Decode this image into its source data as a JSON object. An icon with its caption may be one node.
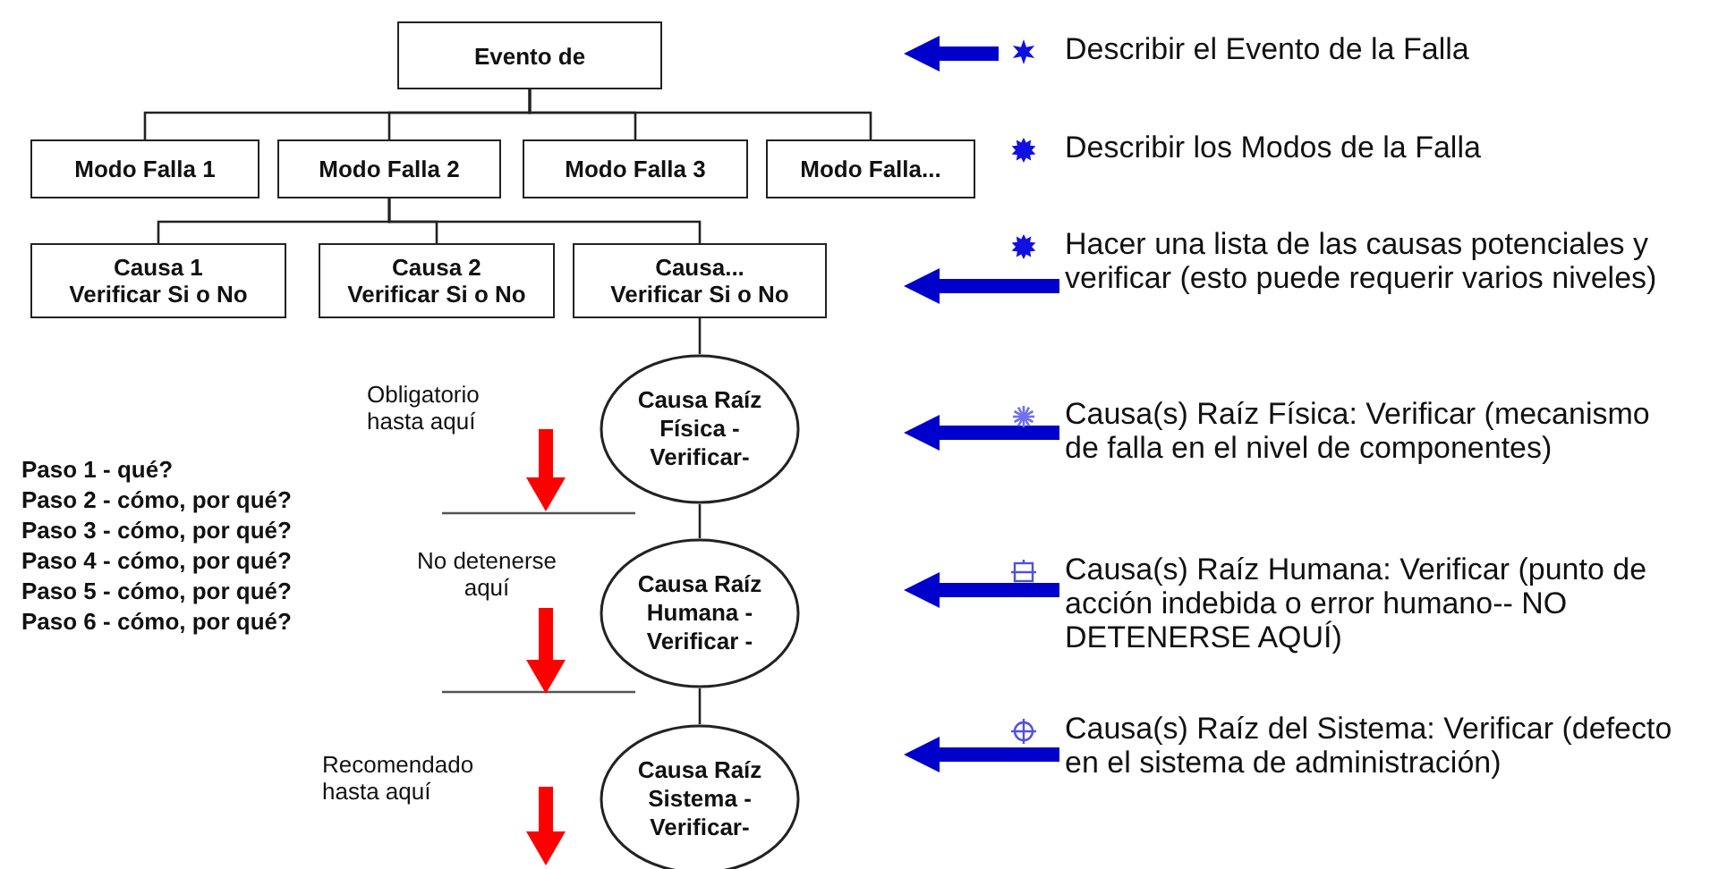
{
  "diagram": {
    "nodes": [
      {
        "text": [
          "Evento de"
        ]
      },
      {
        "text": [
          "Modo Falla 1"
        ]
      },
      {
        "text": [
          "Modo Falla 2"
        ]
      },
      {
        "text": [
          "Modo Falla 3"
        ]
      },
      {
        "text": [
          "Modo Falla..."
        ]
      },
      {
        "text": [
          "Causa 1",
          "Verificar Si o No"
        ]
      },
      {
        "text": [
          "Causa 2",
          "Verificar Si o No"
        ]
      },
      {
        "text": [
          "Causa...",
          "Verificar Si o No"
        ]
      },
      {
        "text": [
          "Causa Raíz Física -Verificar-"
        ]
      },
      {
        "text": [
          "Causa Raíz Humana - Verificar -"
        ]
      },
      {
        "text": [
          "Causa Raíz Sistema -Verificar-"
        ]
      },
      {
        "text": [
          "Describir el Evento de la Falla"
        ]
      },
      {
        "text": [
          "Describir los Modos de la Falla"
        ]
      },
      {
        "text": [
          "Hacer una lista de las causas potenciales y verificar (esto puede requerir varios niveles)"
        ]
      },
      {
        "text": [
          "Causa(s) Raíz Física: Verificar (mecanismo de falla en el nivel de componentes)"
        ]
      },
      {
        "text": [
          "Causa(s) Raíz Humana: Verificar (punto de acción indebida o error humano-- NO DETENERSE AQUÍ)"
        ]
      },
      {
        "text": [
          "Causa(s) Raíz del Sistema: Verificar (defecto en el sistema de administración)"
        ]
      }
    ],
    "edges": [
      {
        "from": 0,
        "to": 1,
        "arrow": "none"
      },
      {
        "from": 0,
        "to": 2,
        "arrow": "none"
      },
      {
        "from": 0,
        "to": 3,
        "arrow": "none"
      },
      {
        "from": 0,
        "to": 4,
        "arrow": "none"
      },
      {
        "from": 2,
        "to": 5,
        "arrow": "none"
      },
      {
        "from": 2,
        "to": 6,
        "arrow": "none"
      },
      {
        "from": 2,
        "to": 7,
        "arrow": "none"
      },
      {
        "from": 7,
        "to": 8,
        "arrow": "none"
      },
      {
        "from": 8,
        "to": 9,
        "arrow": "none"
      },
      {
        "from": 9,
        "to": 10,
        "arrow": "none"
      },
      {
        "from": 11,
        "to": null,
        "arrow": "to",
        "style": "thick",
        "color": "#0000cc"
      },
      {
        "from": 13,
        "to": null,
        "arrow": "to",
        "style": "thick",
        "color": "#0000cc"
      },
      {
        "from": 14,
        "to": null,
        "arrow": "to",
        "style": "thick",
        "color": "#0000cc"
      },
      {
        "from": 15,
        "to": null,
        "arrow": "to",
        "style": "thick",
        "color": "#0000cc"
      },
      {
        "from": 16,
        "to": null,
        "arrow": "to",
        "style": "thick",
        "color": "#0000cc"
      }
    ],
    "labels": [
      "Obligatorio hasta aquí",
      "Paso 1 - qué?",
      "Paso 2 - cómo, por qué?",
      "Paso 3 - cómo, por qué?",
      "Paso 4 - cómo, por qué?",
      "No detenerse aquí",
      "Paso 5 - cómo, por qué?",
      "Paso 6 - cómo, por qué?",
      "Recomendado hasta aquí"
    ]
  }
}
